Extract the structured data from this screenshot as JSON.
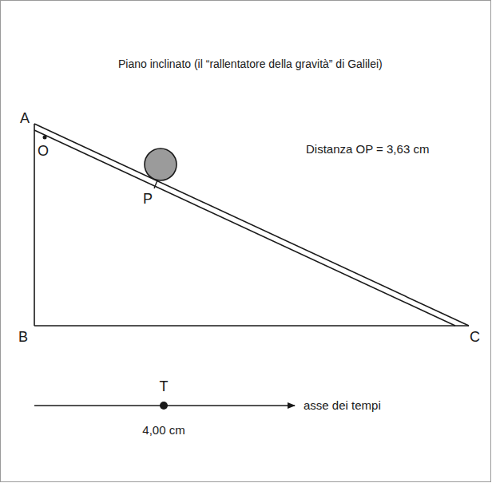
{
  "diagram": {
    "title": "Piano inclinato (il “rallentatore della gravità” di Galilei)",
    "labels": [
      "Distanza OP = 3,63 cm",
      "A",
      "O",
      "P",
      "B",
      "C",
      "T",
      "asse dei tempi",
      "4,00 cm"
    ]
  }
}
